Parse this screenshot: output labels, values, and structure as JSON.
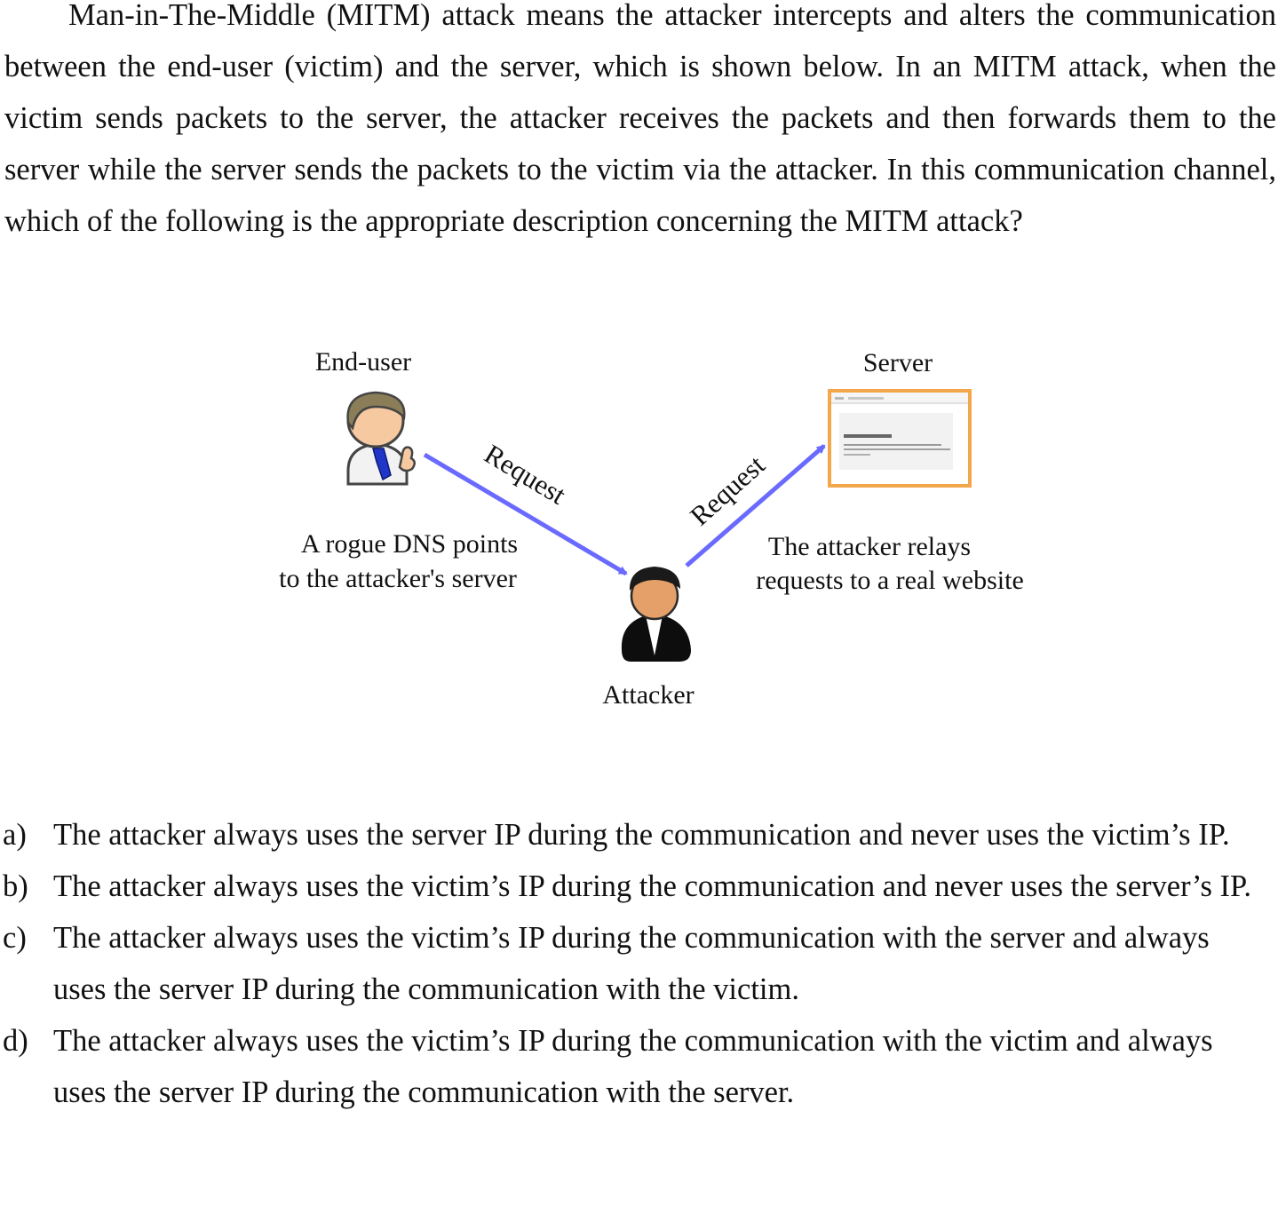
{
  "question": {
    "text": "Man-in-The-Middle (MITM) attack means the attacker intercepts and alters the communication between the end-user (victim) and the server, which is shown below. In an MITM attack, when the victim sends packets to the server, the attacker receives the packets and then forwards them to the server while the server sends the packets to the victim via the attacker. In this communication channel, which of the following is the appropriate description concerning the MITM attack?"
  },
  "diagram": {
    "end_user_label": "End-user",
    "server_label": "Server",
    "attacker_label": "Attacker",
    "left_arrow_label": "Request",
    "right_arrow_label": "Request",
    "left_note_line1": "A rogue DNS points",
    "left_note_line2": "to the attacker's server",
    "right_note_line1": "The attacker relays",
    "right_note_line2": "requests to a real website",
    "arrow_color": "#6a6aff",
    "server_frame_color": "#f4a64a",
    "icons": {
      "end_user": "end-user-avatar-icon",
      "attacker": "attacker-avatar-icon",
      "server": "server-webpage-icon"
    }
  },
  "options": [
    {
      "letter": "a)",
      "text": "The attacker always uses the server IP during the communication and never uses the victim’s IP."
    },
    {
      "letter": "b)",
      "text": "The attacker always uses the victim’s IP during the communication and never uses the server’s IP."
    },
    {
      "letter": "c)",
      "text": "The attacker always uses the victim’s IP during the communication with the server and always uses the server IP during the communication with the victim."
    },
    {
      "letter": "d)",
      "text": "The attacker always uses the victim’s IP during the communication with the victim and always uses the server IP during the communication with the server."
    }
  ]
}
